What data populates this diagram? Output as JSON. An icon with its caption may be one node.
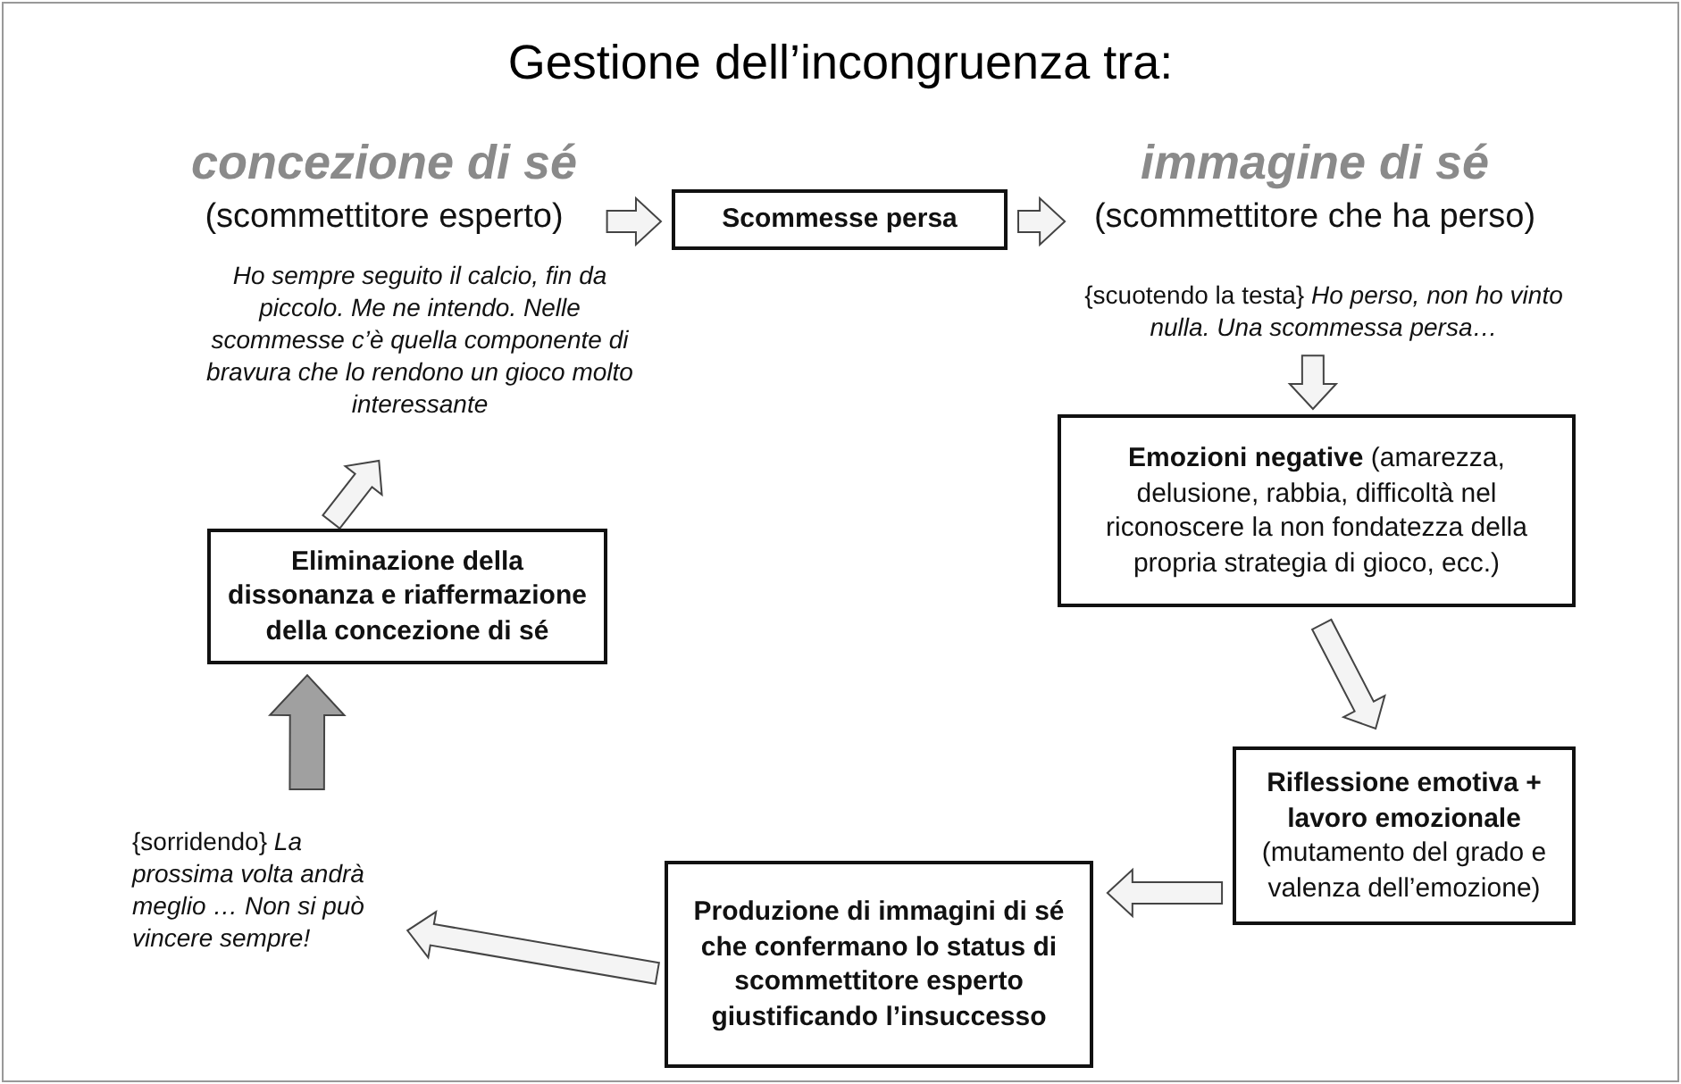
{
  "diagram": {
    "title": "Gestione dell’incongruenza tra:",
    "nodes": [
      {
        "text": [
          "concezione di sé",
          "(scommettitore esperto)"
        ]
      },
      {
        "text": [
          "Scommesse persa"
        ]
      },
      {
        "text": [
          "immagine di sé",
          "(scommettitore che ha perso)"
        ]
      },
      {
        "text": [
          "{scuotendo la testa} *Ho perso, non ho vinto nulla. Una scommessa persa…*"
        ]
      },
      {
        "text": [
          "**Emozioni negative** (amarezza, delusione, rabbia, difficoltà nel riconoscere la non fondatezza della propria strategia di gioco, ecc.)"
        ]
      },
      {
        "text": [
          "**Riflessione emotiva + lavoro emozionale** (mutamento del grado e valenza dell’emozione)"
        ]
      },
      {
        "text": [
          "Produzione di immagini di sé che confermano lo status di scommettitore esperto giustificando l’insuccesso"
        ]
      },
      {
        "text": [
          "{sorridendo} *La prossima volta andrà meglio … Non si può vincere sempre!*"
        ]
      },
      {
        "text": [
          "Eliminazione della dissonanza e riaffermazione della concezione di sé"
        ]
      },
      {
        "text": [
          "Ho sempre seguito il calcio, fin da piccolo. Me ne intendo. Nelle scommesse c’è quella componente di bravura che lo rendono un gioco molto interessante"
        ]
      }
    ],
    "edges": [
      {
        "from": 0,
        "to": 1,
        "arrow": "to"
      },
      {
        "from": 1,
        "to": 2,
        "arrow": "to"
      },
      {
        "from": 3,
        "to": 4,
        "arrow": "to"
      },
      {
        "from": 4,
        "to": 5,
        "arrow": "to"
      },
      {
        "from": 5,
        "to": 6,
        "arrow": "to"
      },
      {
        "from": 6,
        "to": 7,
        "arrow": "to"
      },
      {
        "from": 7,
        "to": 8,
        "arrow": "to",
        "style": "thick",
        "color": "#a0a0a0"
      },
      {
        "from": 8,
        "to": 9,
        "arrow": "to"
      }
    ]
  }
}
